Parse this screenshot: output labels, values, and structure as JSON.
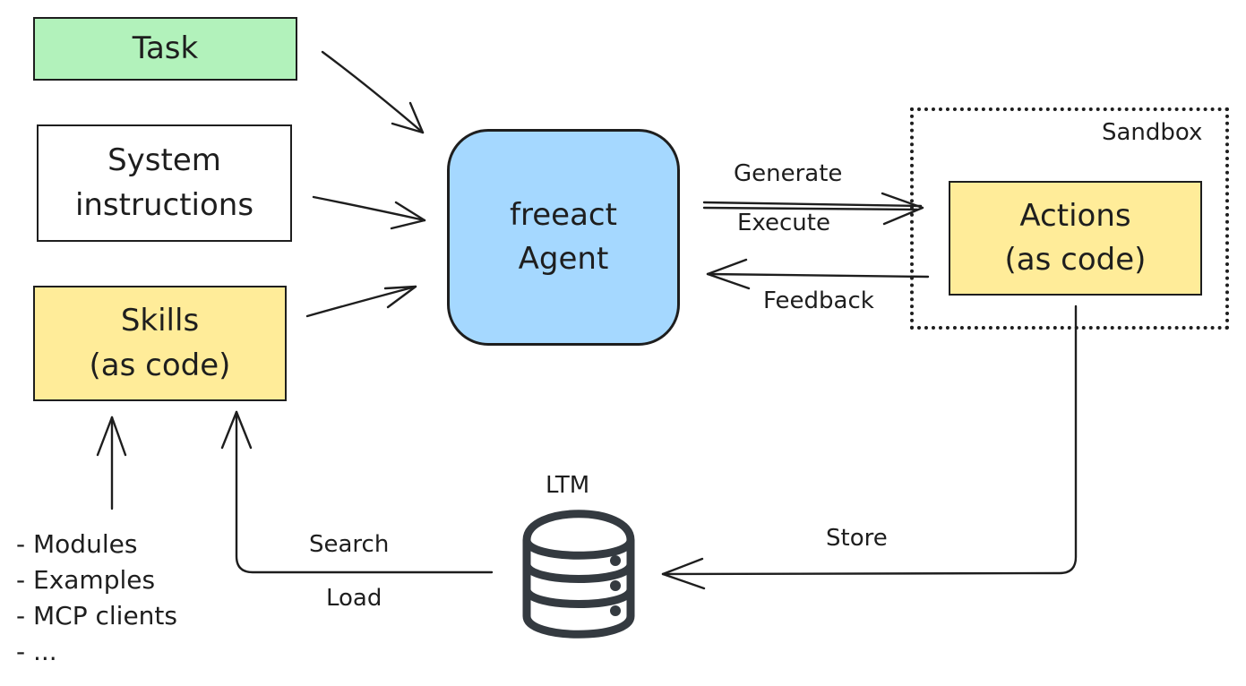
{
  "colors": {
    "task_fill": "#b2f2bb",
    "skills_fill": "#ffec99",
    "agent_fill": "#a5d8ff",
    "actions_fill": "#ffec99",
    "instructions_fill": "#ffffff",
    "stroke": "#1e1e1e",
    "ltm_stroke": "#343a40"
  },
  "nodes": {
    "task": "Task",
    "system_instructions": "System\ninstructions",
    "skills": "Skills\n(as code)",
    "agent": "freeact\nAgent",
    "actions": "Actions\n(as code)",
    "sandbox": "Sandbox",
    "ltm": "LTM"
  },
  "edges": {
    "generate": "Generate",
    "execute": "Execute",
    "feedback": "Feedback",
    "store": "Store",
    "search": "Search",
    "load": "Load"
  },
  "skill_sources": [
    "- Modules",
    "- Examples",
    "- MCP clients",
    "- ..."
  ],
  "icons": {
    "ltm": "database-icon"
  }
}
